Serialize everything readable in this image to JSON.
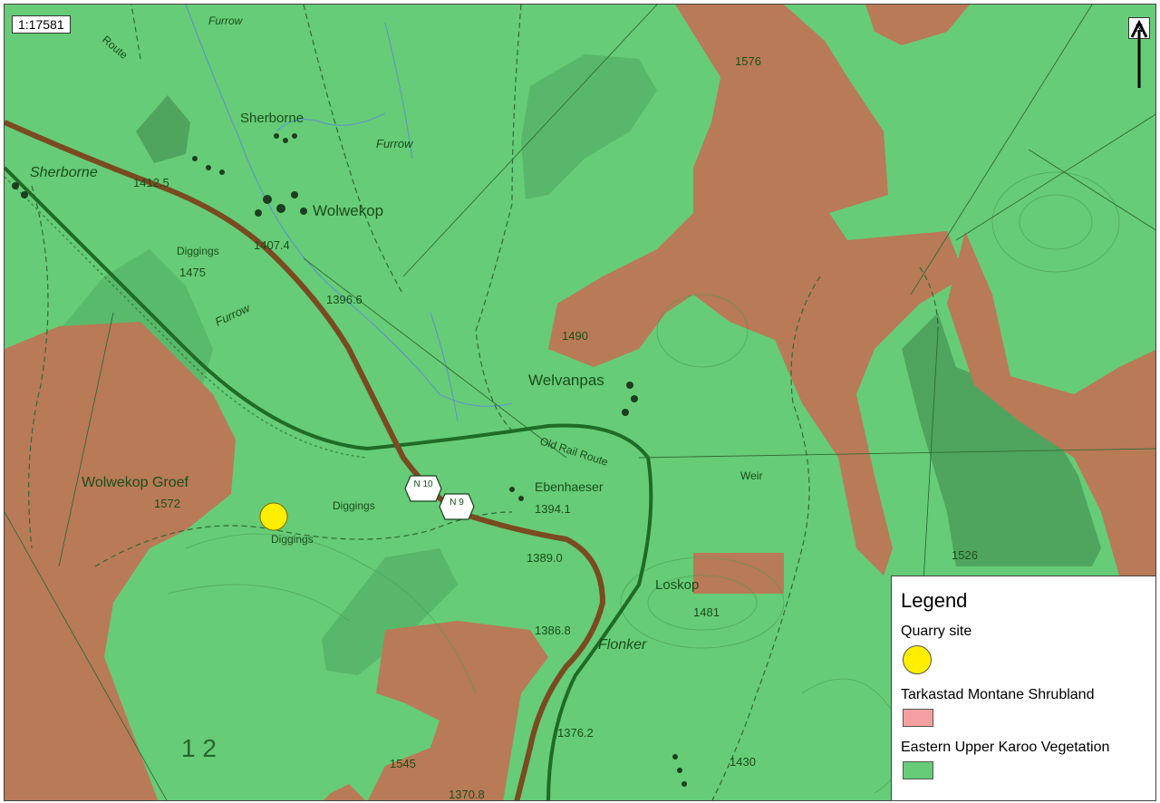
{
  "scale_text": "1:17581",
  "north_label": "N",
  "legend": {
    "title": "Legend",
    "items": [
      {
        "label": "Quarry site",
        "color": "#ffee00",
        "shape": "circle"
      },
      {
        "label": "Tarkastad Montane Shrubland",
        "color": "#f4a0a0",
        "shape": "rect"
      },
      {
        "label": "Eastern Upper Karoo Vegetation",
        "color": "#66cc77",
        "shape": "rect"
      }
    ]
  },
  "colors": {
    "karoo_green": "#66cc77",
    "shrubland_brown": "#b97a57",
    "dark_green": "#4fa55e",
    "railway": "#1f6b25",
    "road": "#7a4a21",
    "quarry": "#ffee00"
  },
  "place_labels": {
    "sherborne_top": "Sherborne",
    "sherborne_left": "Sherborne",
    "wolwekop": "Wolwekop",
    "wolwekop_groef": "Wolwekop Groef",
    "welvanpas": "Welvanpas",
    "ebenhaeser": "Ebenhaeser",
    "loskop": "Loskop",
    "flonker": "Flonker",
    "furrow_1": "Furrow",
    "furrow_2": "Furrow",
    "furrow_3": "Furrow",
    "route": "Route",
    "old_rail_route": "Old Rail Route",
    "weir": "Weir",
    "diggings_1": "Diggings",
    "diggings_2": "Diggings",
    "diggings_3": "Diggings"
  },
  "spot_heights": {
    "h1412": "1412.5",
    "h1407": "1407.4",
    "h1475": "1475",
    "h1396": "1396.6",
    "h1490": "1490",
    "h1576": "1576",
    "h1572": "1572",
    "h1394": "1394.1",
    "h1389": "1389.0",
    "h1481": "1481",
    "h1386": "1386.8",
    "h1376": "1376.2",
    "h1430": "1430",
    "h1545": "1545",
    "h1370": "1370.8",
    "h1526": "1526"
  },
  "route_markers": [
    "N 10",
    "N 9"
  ],
  "grid_text": "1 2"
}
